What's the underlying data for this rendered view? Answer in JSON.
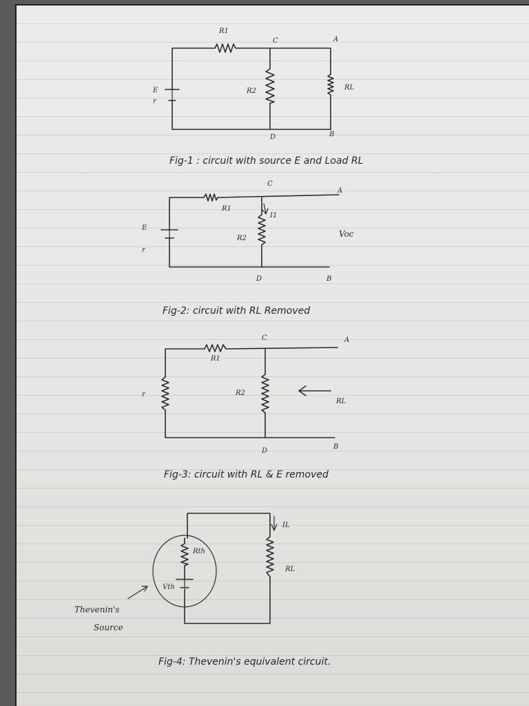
{
  "figures": [
    {
      "caption": "Fig-1 : circuit with source E and Load RL",
      "labels": {
        "r1": "R1",
        "c": "C",
        "a": "A",
        "r2": "R2",
        "rl": "RL",
        "e": "E",
        "r": "r",
        "d": "D",
        "b": "B"
      }
    },
    {
      "caption": "Fig-2: circuit with RL Removed",
      "labels": {
        "c": "C",
        "a": "A",
        "r1": "R1",
        "i1": "I1",
        "e": "E",
        "r": "r",
        "r2": "R2",
        "voc": "Voc",
        "d": "D",
        "b": "B"
      }
    },
    {
      "caption": "Fig-3: circuit with RL & E removed",
      "labels": {
        "c": "C",
        "a": "A",
        "r1": "R1",
        "r": "r",
        "r2": "R2",
        "rl": "RL",
        "d": "D",
        "b": "B"
      }
    },
    {
      "caption": "Fig-4: Thevenin's equivalent circuit.",
      "labels": {
        "il": "IL",
        "rth": "Rth",
        "rl": "RL",
        "vth": "Vth",
        "source_line1": "Thevenin's",
        "source_line2": "Source"
      }
    }
  ]
}
